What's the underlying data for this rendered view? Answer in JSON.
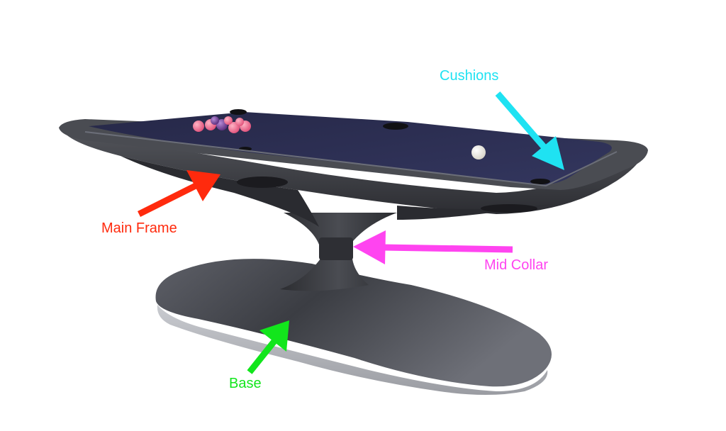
{
  "colors": {
    "cushions": "#1fe2f2",
    "main_frame": "#ff2a0d",
    "mid_collar": "#ff44f0",
    "base": "#12e61c",
    "felt": "#2b2d55",
    "frame": "#3a3c42"
  },
  "callouts": [
    {
      "id": "cushions",
      "label": "Cushions"
    },
    {
      "id": "main-frame",
      "label": "Main Frame"
    },
    {
      "id": "mid-collar",
      "label": "Mid Collar"
    },
    {
      "id": "base",
      "label": "Base"
    }
  ]
}
